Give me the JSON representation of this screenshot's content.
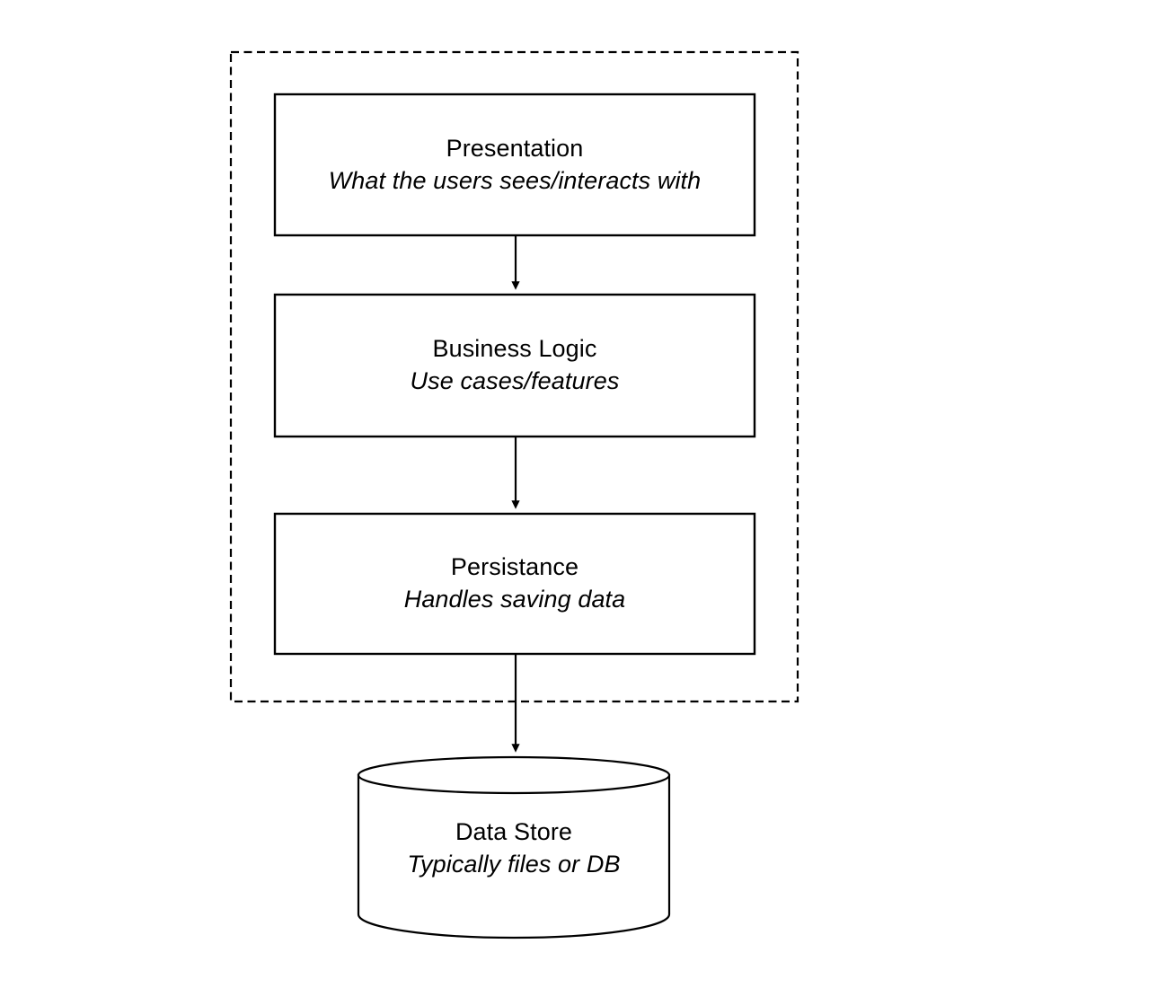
{
  "diagram": {
    "type": "layered-architecture-flow",
    "background_color": "#ffffff",
    "stroke_color": "#000000",
    "application_boundary": {
      "name": "application-boundary",
      "style": "dashed",
      "label": ""
    },
    "layers": [
      {
        "id": "presentation",
        "title": "Presentation",
        "subtitle": "What the users sees/interacts with"
      },
      {
        "id": "business-logic",
        "title": "Business Logic",
        "subtitle": "Use cases/features"
      },
      {
        "id": "persistance",
        "title": "Persistance",
        "subtitle": "Handles saving data"
      }
    ],
    "datastore": {
      "id": "data-store",
      "title": "Data Store",
      "subtitle": "Typically files or DB",
      "shape": "cylinder"
    },
    "connectors": [
      {
        "id": "presentation-to-business",
        "from": "presentation",
        "to": "business-logic",
        "direction": "down",
        "arrowhead": "solid-triangle"
      },
      {
        "id": "business-to-persistance",
        "from": "business-logic",
        "to": "persistance",
        "direction": "down",
        "arrowhead": "solid-triangle"
      },
      {
        "id": "persistance-to-datastore",
        "from": "persistance",
        "to": "data-store",
        "direction": "down",
        "arrowhead": "solid-triangle"
      }
    ]
  }
}
